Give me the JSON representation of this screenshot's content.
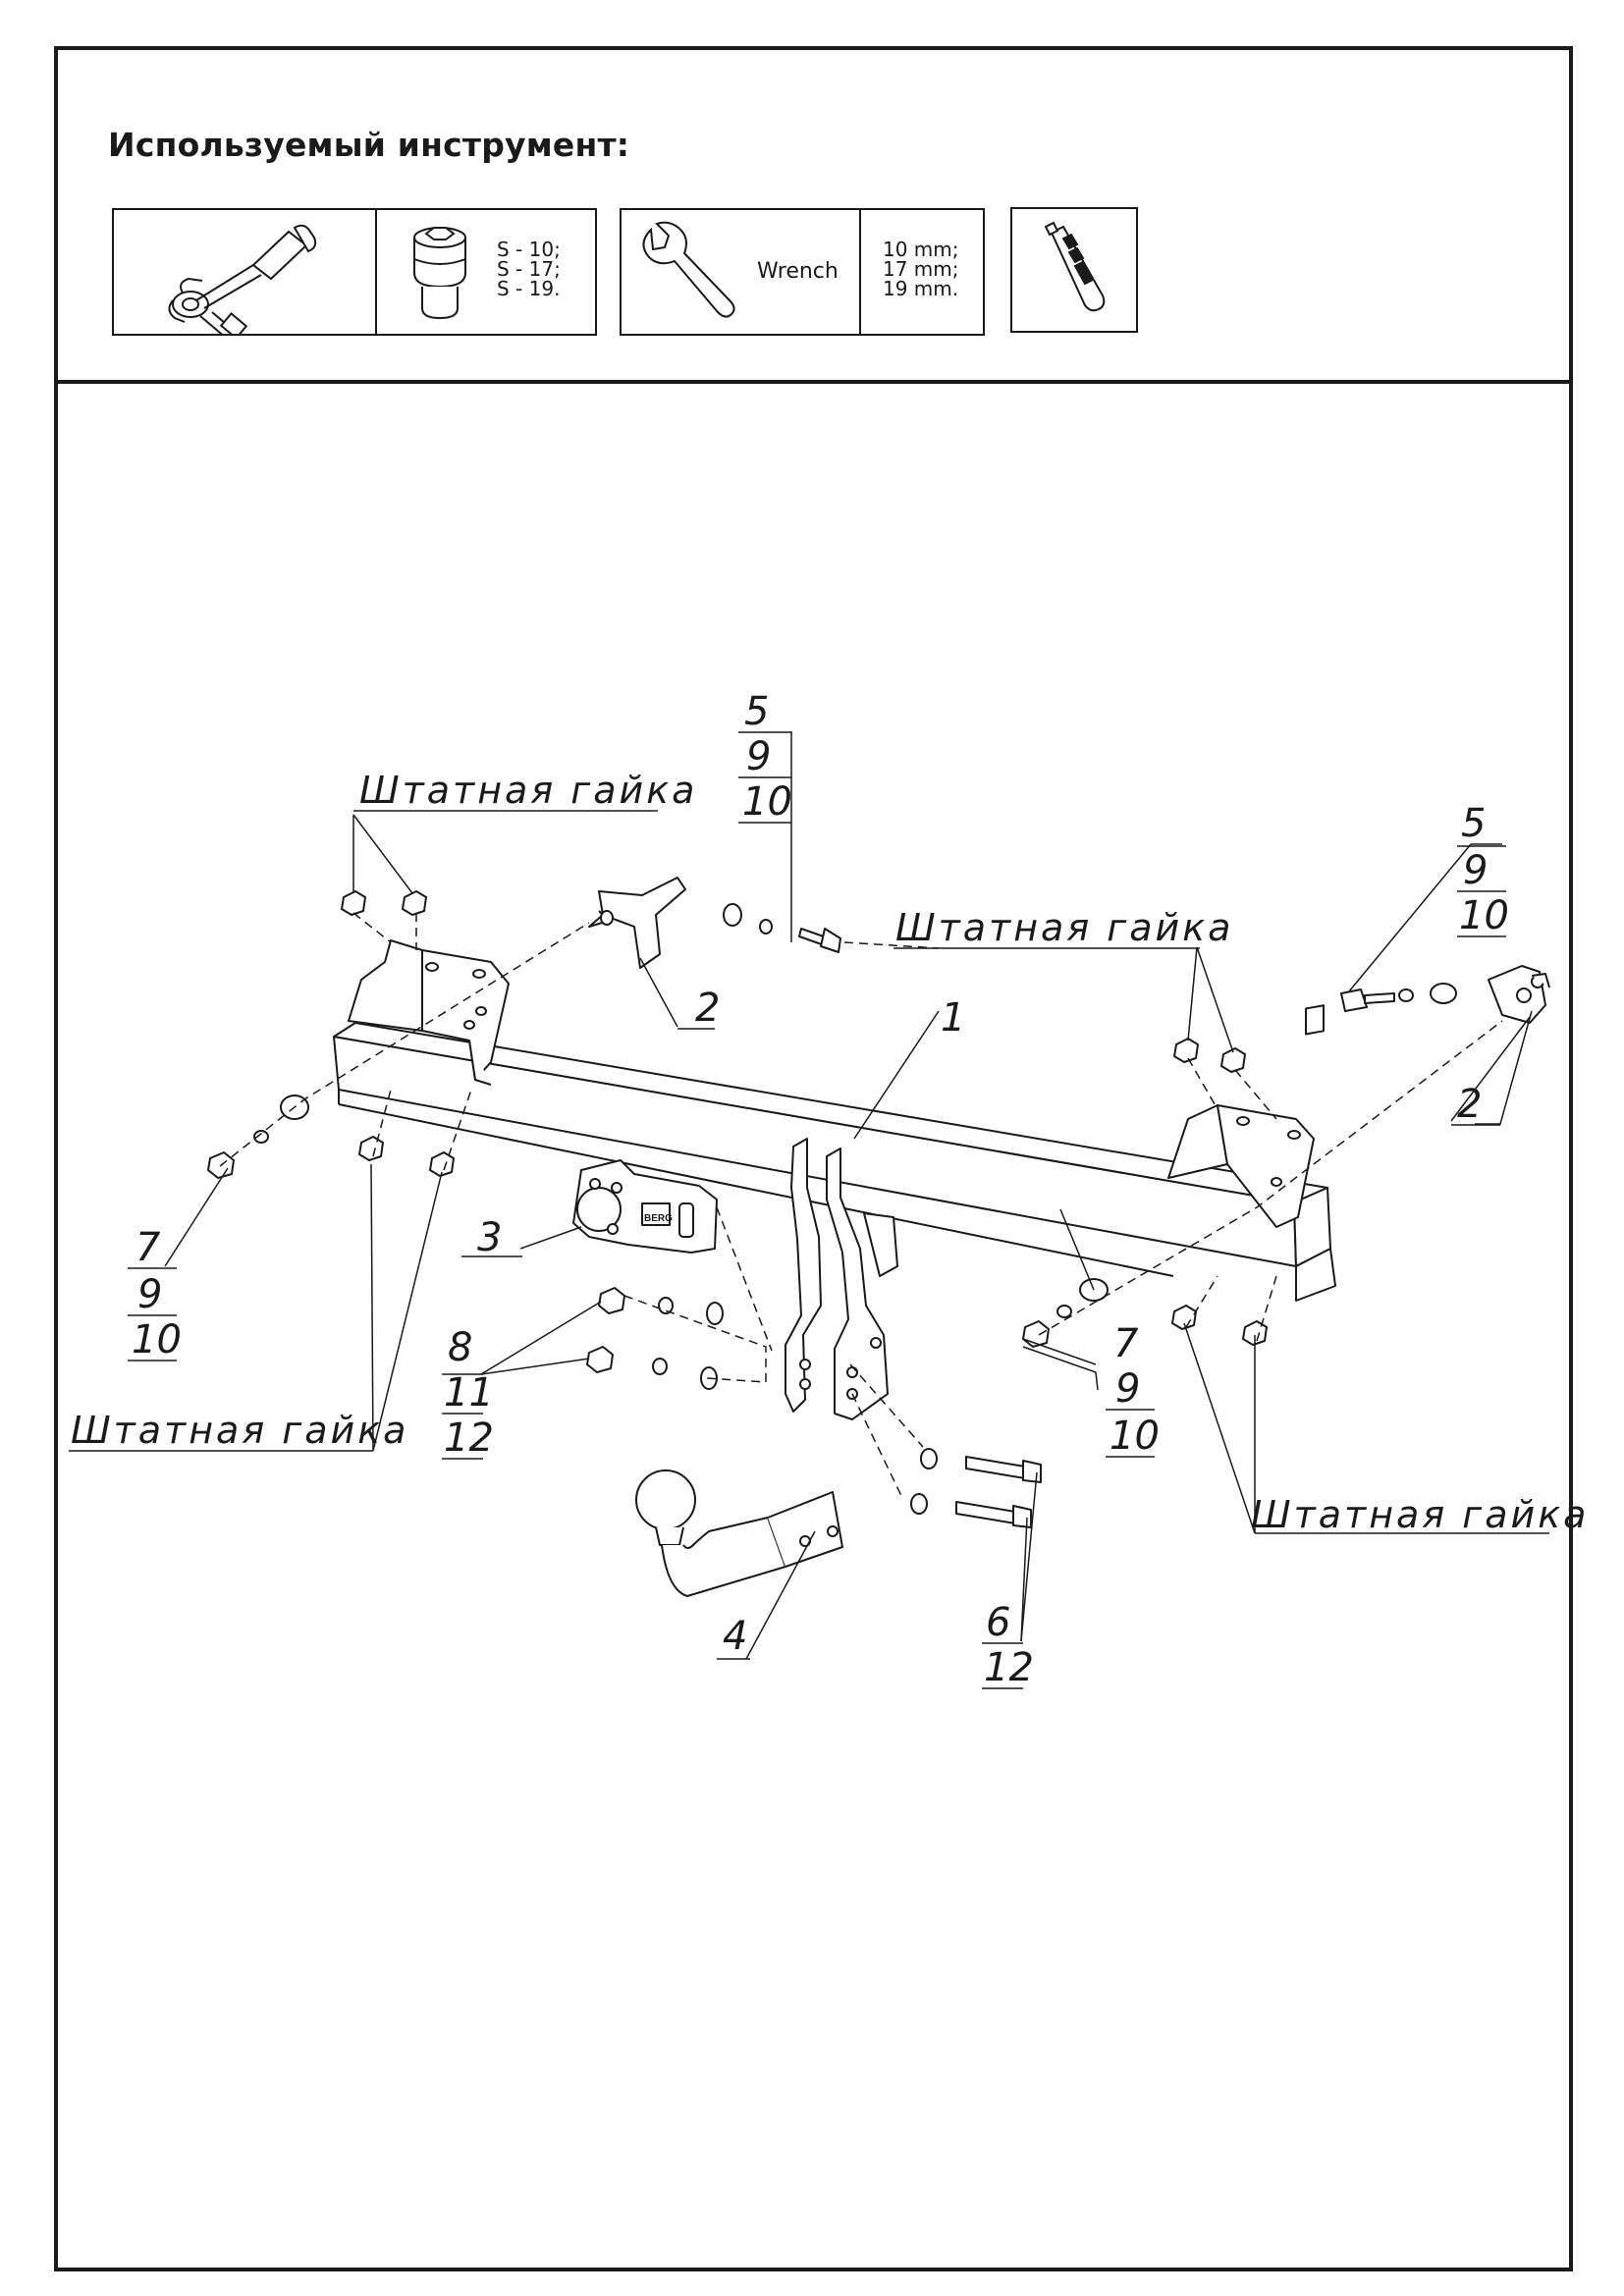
{
  "tools": {
    "title": "Используемый инструмент:",
    "socket_sizes": [
      "S - 10;",
      "S - 17;",
      "S - 19."
    ],
    "wrench_label": "Wrench",
    "wrench_sizes": [
      "10 mm;",
      "17 mm;",
      "19 mm."
    ],
    "icons": [
      "ratchet-icon",
      "socket-icon",
      "wrench-icon",
      "utility-knife-icon"
    ]
  },
  "diagram": {
    "nut_label": "Штатная гайка",
    "brand_mark": "BERG",
    "callouts": {
      "bolt_top": [
        "5",
        "9",
        "10"
      ],
      "bolt_right": [
        "5",
        "9",
        "10"
      ],
      "bracket_left": "2",
      "bracket_right": "2",
      "crossbar": "1",
      "socket_plate": "3",
      "tow_ball": "4",
      "nut_left": [
        "7",
        "9",
        "10"
      ],
      "nut_right": [
        "7",
        "9",
        "10"
      ],
      "nut_center": [
        "8",
        "11",
        "12"
      ],
      "bolt_bottom": [
        "6",
        "12"
      ]
    }
  }
}
